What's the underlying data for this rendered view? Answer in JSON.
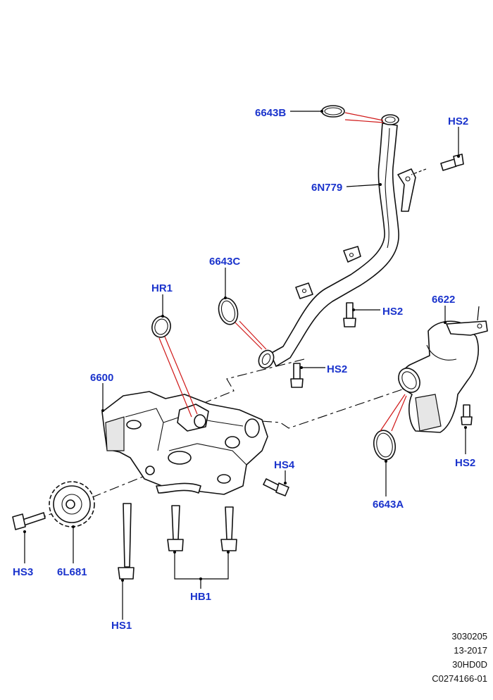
{
  "callouts": {
    "c6643B": "6643B",
    "hs2_top": "HS2",
    "c6N779": "6N779",
    "c6643C": "6643C",
    "hr1": "HR1",
    "hs2_mid": "HS2",
    "hs2_low": "HS2",
    "c6622": "6622",
    "c6600": "6600",
    "hs4": "HS4",
    "hs2_right": "HS2",
    "c6643A": "6643A",
    "hs3": "HS3",
    "c6L681": "6L681",
    "hb1": "HB1",
    "hs1": "HS1"
  },
  "reference": {
    "line1": "3030205",
    "line2": "13-2017",
    "line3": "30HD0D",
    "line4": "C0274166-01"
  }
}
